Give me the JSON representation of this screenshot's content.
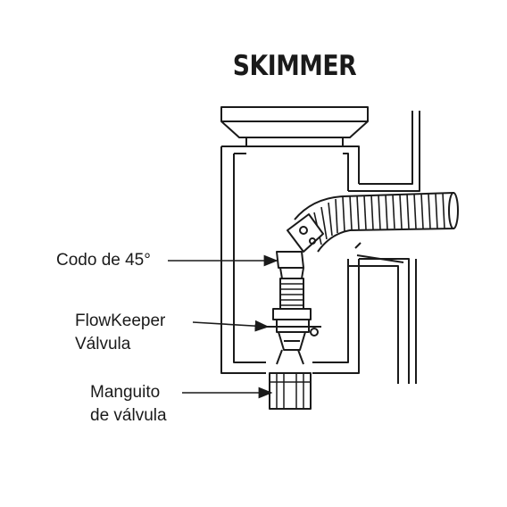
{
  "diagram": {
    "title": "SKIMMER",
    "labels": {
      "codo": "Codo de 45°",
      "flowkeeper_line1": "FlowKeeper",
      "flowkeeper_line2": "Válvula",
      "manguito_line1": "Manguito",
      "manguito_line2": "de válvula"
    }
  },
  "colors": {
    "ink": "#1a1a1a",
    "background": "#ffffff"
  }
}
